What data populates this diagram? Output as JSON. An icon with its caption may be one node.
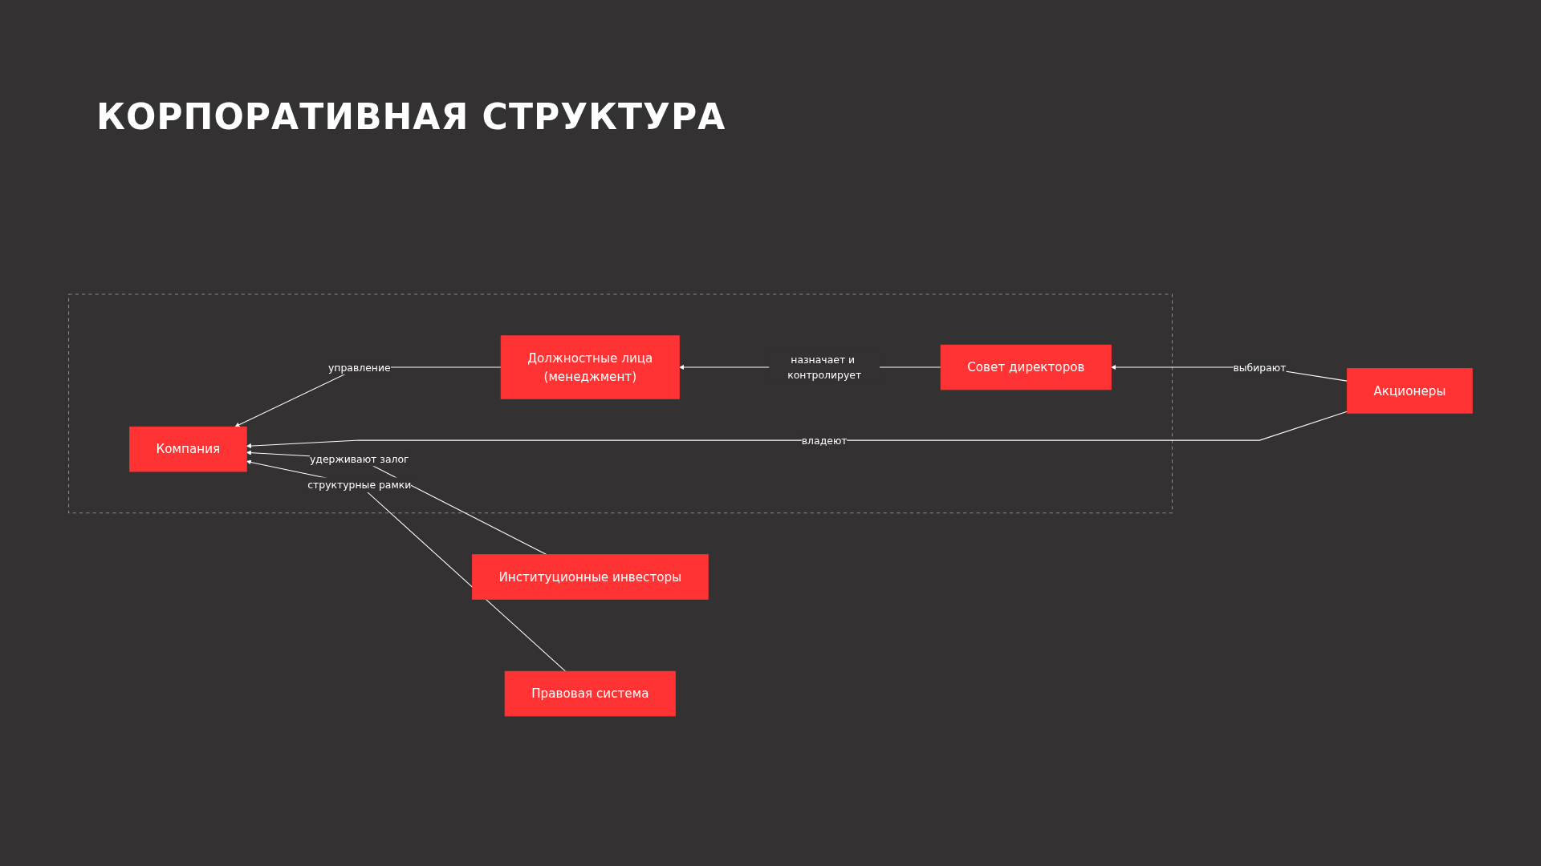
{
  "diagram": {
    "title": "КОРПОРАТИВНАЯ СТРУКТУРА",
    "nodes": [
      {
        "text": [],
        "shape": "box"
      },
      {
        "text": [
          "Совет директоров"
        ],
        "in": 0
      },
      {
        "text": [
          "Должностные лица",
          "(менеджмент)"
        ],
        "in": 0
      },
      {
        "text": [
          "Компания"
        ],
        "in": 0
      },
      {
        "text": [
          "Акционеры"
        ]
      },
      {
        "text": [
          "Институционные инвесторы"
        ]
      },
      {
        "text": [
          "Правовая система"
        ]
      }
    ],
    "edges": [
      {
        "from": 4,
        "to": 1,
        "arrow": "to",
        "label": "выбирают"
      },
      {
        "from": 1,
        "to": 2,
        "arrow": "to",
        "label": "назначает и контролирует"
      },
      {
        "from": 2,
        "to": 3,
        "arrow": "to",
        "label": "управление"
      },
      {
        "from": 4,
        "to": 3,
        "arrow": "to",
        "label": "владеют"
      },
      {
        "from": 5,
        "to": 3,
        "arrow": "to",
        "label": "удерживают залог"
      },
      {
        "from": 6,
        "to": 3,
        "arrow": "to",
        "label": "структурные рамки"
      }
    ]
  }
}
